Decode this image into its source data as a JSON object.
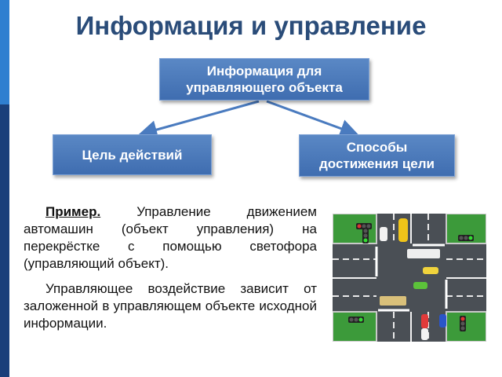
{
  "title": "Информация и управление",
  "diagram": {
    "top_box": {
      "line1": "Информация для",
      "line2": "управляющего объекта"
    },
    "left_box": {
      "label": "Цель действий"
    },
    "right_box": {
      "line1": "Способы",
      "line2": "достижения цели"
    }
  },
  "example": {
    "lead": "Пример.",
    "text1": " Управление движением автомашин (объект управления) на перекрёстке с помощью светофора (управляющий объект).",
    "text2": "Управляющее воздействие зависит от заложенной в управляющем объекте исходной информации."
  },
  "colors": {
    "title": "#2a4c79",
    "box": "#4a7bbf",
    "arrow": "#4a7bbf",
    "side_strip_top": "#2f7fd0",
    "side_strip_bottom": "#1a3f7a"
  },
  "illustration": {
    "name": "traffic-intersection",
    "icons": [
      "traffic-light-icon",
      "car-icon",
      "truck-icon",
      "bus-icon"
    ]
  }
}
